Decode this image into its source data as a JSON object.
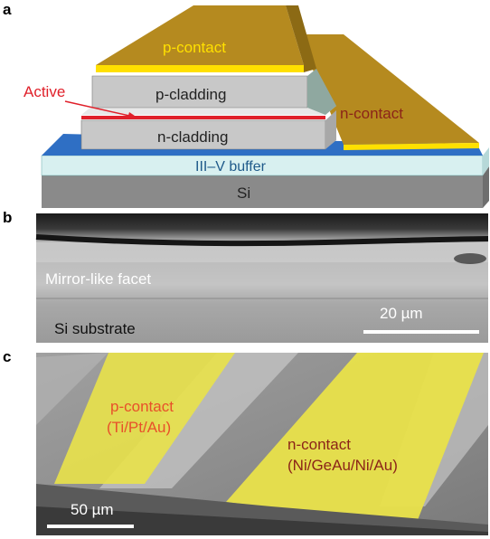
{
  "panels": {
    "a": {
      "letter": "a",
      "labels": {
        "p_contact": "p-contact",
        "p_cladding": "p-cladding",
        "active": "Active",
        "n_cladding": "n-cladding",
        "n_contact": "n-contact",
        "buffer": "III–V buffer",
        "si": "Si"
      },
      "colors": {
        "gold": "#b58a1f",
        "yellow": "#ffe000",
        "blue": "#2f6fc4",
        "grey_layer": "#c8c8c8",
        "buffer": "#d8f0f0",
        "si": "#8a8a8a",
        "active": "#e0202a",
        "label_red": "#e0202a",
        "label_contact": "#8c2418"
      }
    },
    "b": {
      "letter": "b",
      "labels": {
        "facet": "Mirror-like facet",
        "substrate": "Si substrate",
        "scale": "20 µm"
      }
    },
    "c": {
      "letter": "c",
      "labels": {
        "p_contact": "p-contact",
        "p_metal": "(Ti/Pt/Au)",
        "n_contact": "n-contact",
        "n_metal": "(Ni/GeAu/Ni/Au)",
        "scale": "50 µm"
      },
      "colors": {
        "p_label": "#e8502a",
        "n_label": "#8c2418",
        "contact_yellow": "#e9e24a"
      }
    }
  }
}
